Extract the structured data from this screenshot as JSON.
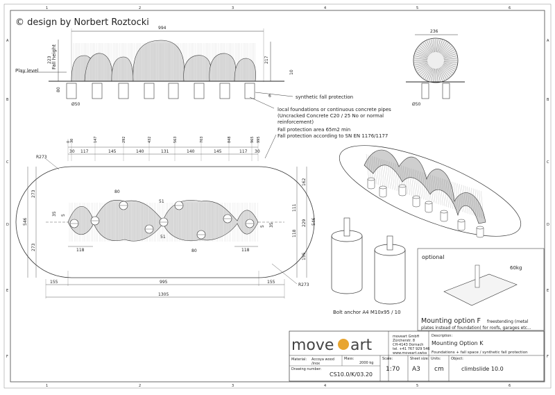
{
  "copyright": "© design by Norbert Roztocki",
  "grid": {
    "cols": [
      "1",
      "2",
      "3",
      "4",
      "5",
      "6"
    ],
    "rows": [
      "A",
      "B",
      "C",
      "D",
      "E",
      "F"
    ]
  },
  "elevation": {
    "overall_width": "994",
    "fall_height_label": "Fall height",
    "h223": "223",
    "h217": "217",
    "h10": "10",
    "h80": "80",
    "h6": "6",
    "diam": "Ø50",
    "play_level": "Play level",
    "synthetic": "synthetic fall protection"
  },
  "side": {
    "width": "236",
    "diam": "Ø50"
  },
  "foundations_note": [
    "local foundations or continuous concrete pipes",
    "(Uncracked Concrete C20 / 25 No or normal",
    "reinforcement)"
  ],
  "fall_note": [
    "Fall protection area 65m2 min",
    "Fall protection according to SN EN 1176/1177"
  ],
  "plan": {
    "top_ticks": [
      "0",
      "30",
      "147",
      "292",
      "432",
      "563",
      "703",
      "848",
      "965",
      "995"
    ],
    "segments": [
      "30",
      "117",
      "145",
      "140",
      "131",
      "140",
      "145",
      "117",
      "30"
    ],
    "r_top": "R273",
    "r_bottom": "R273",
    "left_dims": [
      "273",
      "546",
      "273"
    ],
    "right_dims": [
      "162",
      "111",
      "229",
      "546",
      "118",
      "155"
    ],
    "inner": [
      "35",
      "5",
      "5",
      "35",
      "118",
      "118",
      "80",
      "51",
      "51",
      "80"
    ],
    "bottom": [
      "155",
      "995",
      "155"
    ],
    "total": "1305"
  },
  "bolt_label": "Bolt anchor A4 M10x95 / 10",
  "optional": {
    "title": "optional",
    "weight": "60kg",
    "mount_title": "Mounting option F",
    "mount_desc_1": "freestending (metal",
    "mount_desc_2": "plates instead of foundation( for roofs, garages etc..."
  },
  "title_block": {
    "logo_left": "move",
    "logo_right": "art",
    "company": [
      "moveart GmbH",
      "Zürcherstr. 8",
      "CH-4143 Dornach",
      "tel. +41 767 929 546",
      "www.moveart.swiss"
    ],
    "description_label": "Description:",
    "description": "Mounting Option K",
    "subdescription": "Foundations + fall space / synthetic fall protection",
    "material_label": "Material:",
    "material": "Accoya wood",
    "material2": "/inox",
    "mass_label": "Mass:",
    "mass": "2000 kg",
    "scale_label": "Scale:",
    "scale": "1:70",
    "sheet_label": "Sheet size:",
    "sheet": "A3",
    "units_label": "Units:",
    "units": "cm",
    "object_label": "Object:",
    "object": "climbslide 10.0",
    "drawing_label": "Drawing number:",
    "drawing": "CS10.0/K/03.20"
  }
}
